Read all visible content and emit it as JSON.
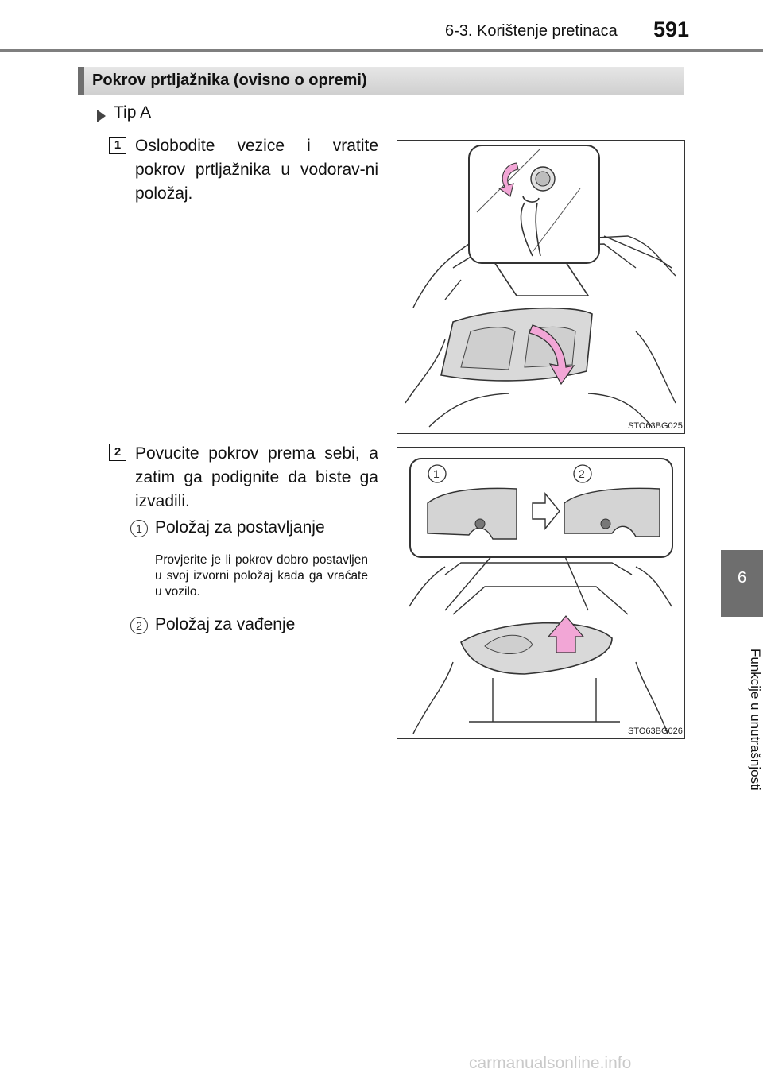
{
  "header": {
    "section": "6-3. Korištenje pretinaca",
    "page_number": "591"
  },
  "side_tab": {
    "number": "6",
    "label": "Funkcije u unutrašnjosti"
  },
  "section_title": "Pokrov prtljažnika (ovisno o opremi)",
  "type_label": "Tip A",
  "steps": [
    {
      "badge": "1",
      "text": "Oslobodite vezice i vratite pokrov prtljažnika u vodorav-ni položaj."
    },
    {
      "badge": "2",
      "text": "Povucite pokrov prema sebi, a zatim ga podignite da biste ga izvadili."
    }
  ],
  "positions": [
    {
      "num": "1",
      "label": "Položaj za postavljanje",
      "note": "Provjerite je li pokrov dobro postavljen u svoj izvorni položaj kada ga vraćate u vozilo."
    },
    {
      "num": "2",
      "label": "Položaj za vađenje"
    }
  ],
  "figures": [
    {
      "code": "STO63BG025"
    },
    {
      "code": "STO63BG026",
      "callouts": [
        "1",
        "2"
      ]
    }
  ],
  "colors": {
    "accent_pink": "#f2a6d6",
    "header_rule": "#7f7f7f",
    "tab_bg": "#6e6e6e",
    "bar_bg": "#dcdcdc"
  },
  "watermark": "carmanualsonline.info"
}
